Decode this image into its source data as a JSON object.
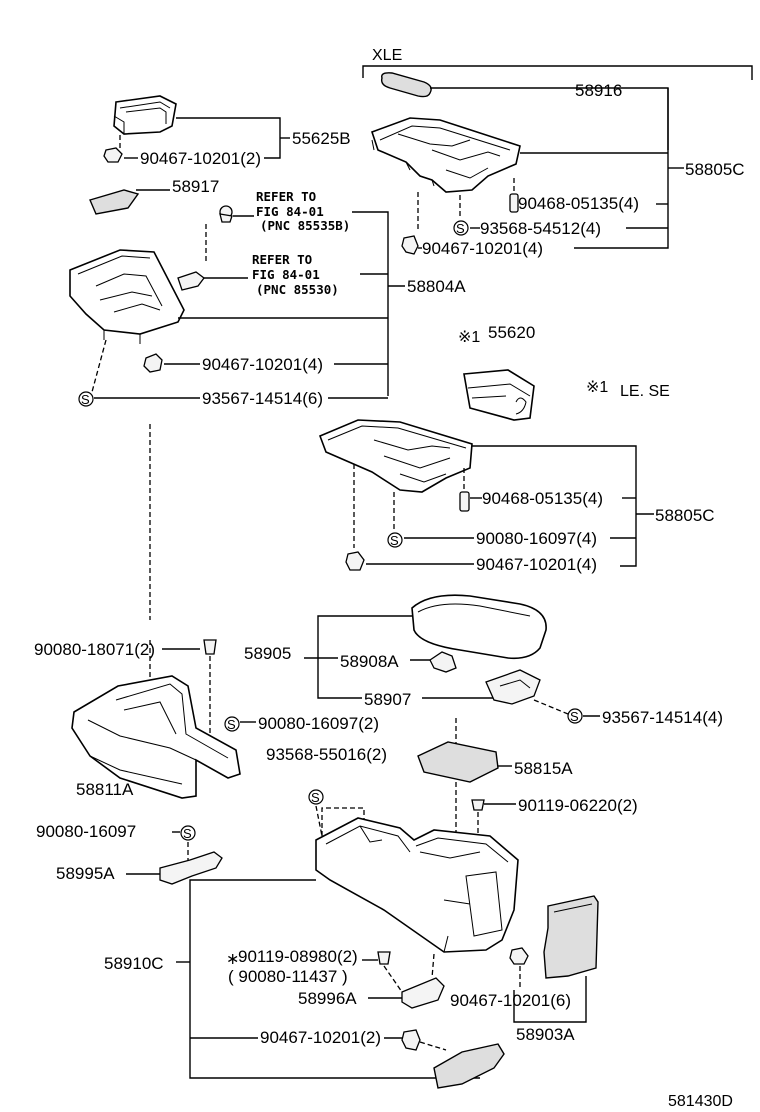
{
  "diagram": {
    "variant_xle": "XLE",
    "note_marker": "※1",
    "note_text": "LE. SE",
    "screw_symbol": "S",
    "figure_code": "581430D",
    "refer_1": {
      "line1": "REFER TO",
      "line2": "FIG 84-01",
      "line3": "(PNC 85535B)"
    },
    "refer_2": {
      "line1": "REFER TO",
      "line2": "FIG 84-01",
      "line3": "(PNC 85530)"
    },
    "labels": {
      "p58916": "58916",
      "p58805C_top": "58805C",
      "p90468_top": "90468-05135(4)",
      "p93568_54512": "93568-54512(4)",
      "p90467_4_top": "90467-10201(4)",
      "p55625B": "55625B",
      "p90467_2_top": "90467-10201(2)",
      "p58917": "58917",
      "p58804A": "58804A",
      "p90467_4_mid": "90467-10201(4)",
      "p93567_14514_6": "93567-14514(6)",
      "p55620": "55620",
      "p90468_mid": "90468-05135(4)",
      "p58805C_mid": "58805C",
      "p90080_16097_4": "90080-16097(4)",
      "p90467_4_low": "90467-10201(4)",
      "p90080_18071": "90080-18071(2)",
      "p58905": "58905",
      "p58908A": "58908A",
      "p58907": "58907",
      "p93567_14514_4": "93567-14514(4)",
      "p90080_16097_2": "90080-16097(2)",
      "p58811A": "58811A",
      "p93568_55016": "93568-55016(2)",
      "p58815A": "58815A",
      "p90119_06220": "90119-06220(2)",
      "p90080_16097": "90080-16097",
      "p58995A": "58995A",
      "p58910C": "58910C",
      "p90119_08980": "90119-08980(2)",
      "p90080_11437": "( 90080-11437 )",
      "p58996A": "58996A",
      "p90467_6": "90467-10201(6)",
      "p58903A": "58903A",
      "p90467_2_bot": "90467-10201(2)"
    }
  }
}
